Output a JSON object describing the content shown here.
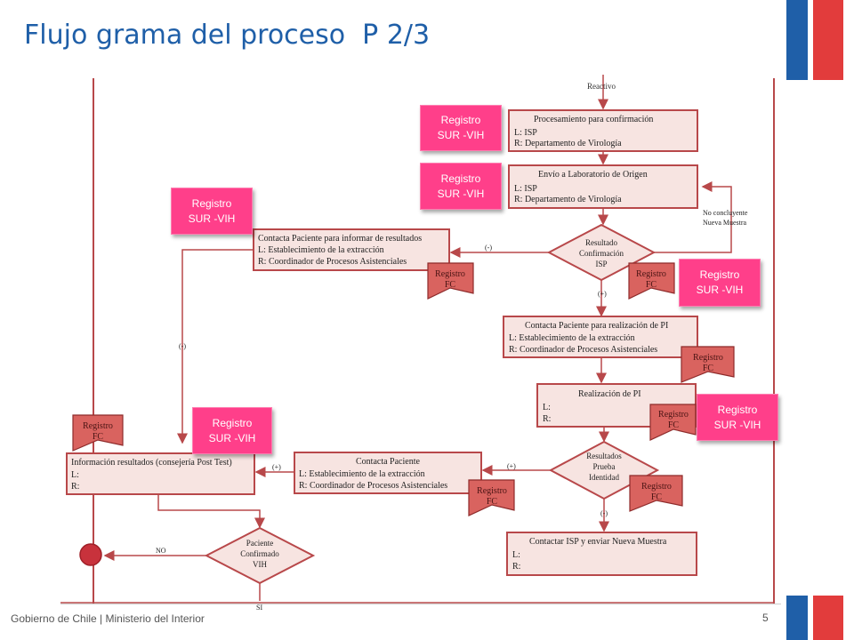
{
  "slide": {
    "title": "Flujo grama del proceso  P 2/3",
    "footer": "Gobierno de Chile | Ministerio del Interior",
    "page_number": "5"
  },
  "colors": {
    "accent_blue": "#1f5fa8",
    "flag_red": "#e23c3c",
    "badge_pink": "#ff3f8a",
    "box_fill": "#f7e4e1",
    "box_border": "#b8484a",
    "line_red": "#b8484a"
  },
  "diagram": {
    "start_label": "Reactivo",
    "procesamiento": {
      "title": "Procesamiento para confirmación",
      "l": "L: ISP",
      "r": "R: Departamento de Virología"
    },
    "envio": {
      "title": "Envío a Laboratorio de Origen",
      "l": "L: ISP",
      "r": "R: Departamento de Virología"
    },
    "no_concluyente": [
      "No concluyente",
      "Nueva Muestra"
    ],
    "resultado_isp": [
      "Resultado",
      "Confirmación",
      "ISP"
    ],
    "contacta_informar": {
      "title": "Contacta Paciente para informar de resultados",
      "l": "L: Establecimiento de la extracción",
      "r": "R: Coordinador de Procesos Asistenciales"
    },
    "contacta_pi": {
      "title": "Contacta Paciente para realización de PI",
      "l": "L: Establecimiento de la extracción",
      "r": "R: Coordinador de Procesos Asistenciales"
    },
    "realizacion_pi": {
      "title": "Realización de PI",
      "l": "L:",
      "r": "R:"
    },
    "resultados_prueba": [
      "Resultados",
      "Prueba",
      "Identidad"
    ],
    "contacta_paciente": {
      "title": "Contacta Paciente",
      "l": "L: Establecimiento de la extracción",
      "r": "R: Coordinador de Procesos Asistenciales"
    },
    "informacion": {
      "title": "Información resultados (consejería Post Test)",
      "l": "L:",
      "r": "R:"
    },
    "contactar_isp": {
      "title": "Contactar ISP y enviar Nueva Muestra",
      "l": "L:",
      "r": "R:"
    },
    "paciente_confirmado": [
      "Paciente",
      "Confirmado",
      "VIH"
    ],
    "label_neg": "(-)",
    "label_pos": "(+)",
    "label_no": "NO",
    "label_si": "SI",
    "registro_fc": [
      "Registro",
      "FC"
    ]
  },
  "badges": {
    "line1": "Registro",
    "line2": "SUR -VIH"
  }
}
